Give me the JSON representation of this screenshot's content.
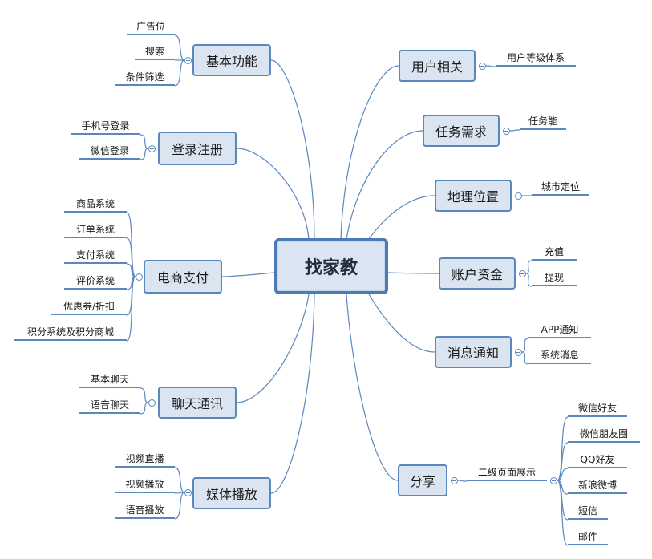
{
  "root": {
    "label": "找家教"
  },
  "branches": {
    "basic": {
      "label": "基本功能",
      "items": [
        "广告位",
        "搜索",
        "条件筛选"
      ]
    },
    "login": {
      "label": "登录注册",
      "items": [
        "手机号登录",
        "微信登录"
      ]
    },
    "commerce": {
      "label": "电商支付",
      "items": [
        "商品系统",
        "订单系统",
        "支付系统",
        "评价系统",
        "优惠券/折扣",
        "积分系统及积分商城"
      ]
    },
    "chat": {
      "label": "聊天通讯",
      "items": [
        "基本聊天",
        "语音聊天"
      ]
    },
    "media": {
      "label": "媒体播放",
      "items": [
        "视频直播",
        "视频播放",
        "语音播放"
      ]
    },
    "user": {
      "label": "用户相关",
      "items": [
        "用户等级体系"
      ]
    },
    "task": {
      "label": "任务需求",
      "items": [
        "任务能"
      ]
    },
    "geo": {
      "label": "地理位置",
      "items": [
        "城市定位"
      ]
    },
    "account": {
      "label": "账户资金",
      "items": [
        "充值",
        "提现"
      ]
    },
    "notify": {
      "label": "消息通知",
      "items": [
        "APP通知",
        "系统消息"
      ]
    },
    "share": {
      "label": "分享",
      "sub": {
        "label": "二级页面展示",
        "items": [
          "微信好友",
          "微信朋友圈",
          "QQ好友",
          "新浪微博",
          "短信",
          "邮件"
        ]
      }
    }
  },
  "colors": {
    "node_fill": "#dbe5f1",
    "node_border": "#5b87bf",
    "root_border": "#4a7bb7",
    "line": "#5b87bf"
  }
}
